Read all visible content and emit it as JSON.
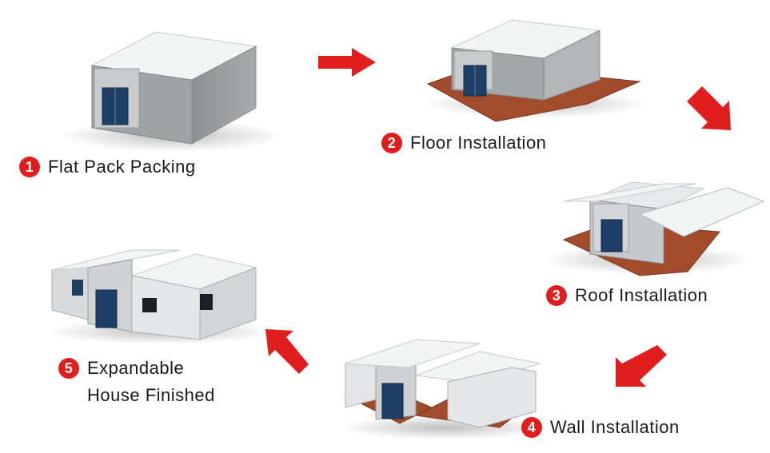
{
  "colors": {
    "accent": "#e01e1e",
    "wall": "#d9dadb",
    "roof": "#f2f3f3",
    "floor": "#9b4a2e",
    "door": "#1f3f66",
    "container": "#8a8f93"
  },
  "steps": [
    {
      "number": "1",
      "label": "Flat Pack Packing"
    },
    {
      "number": "2",
      "label": "Floor Installation"
    },
    {
      "number": "3",
      "label": "Roof Installation"
    },
    {
      "number": "4",
      "label": "Wall Installation"
    },
    {
      "number": "5",
      "label": "Expandable\nHouse Finished"
    }
  ],
  "icons": [
    "arrow-right-icon",
    "arrow-down-right-icon",
    "arrow-down-left-icon",
    "arrow-up-left-icon"
  ]
}
